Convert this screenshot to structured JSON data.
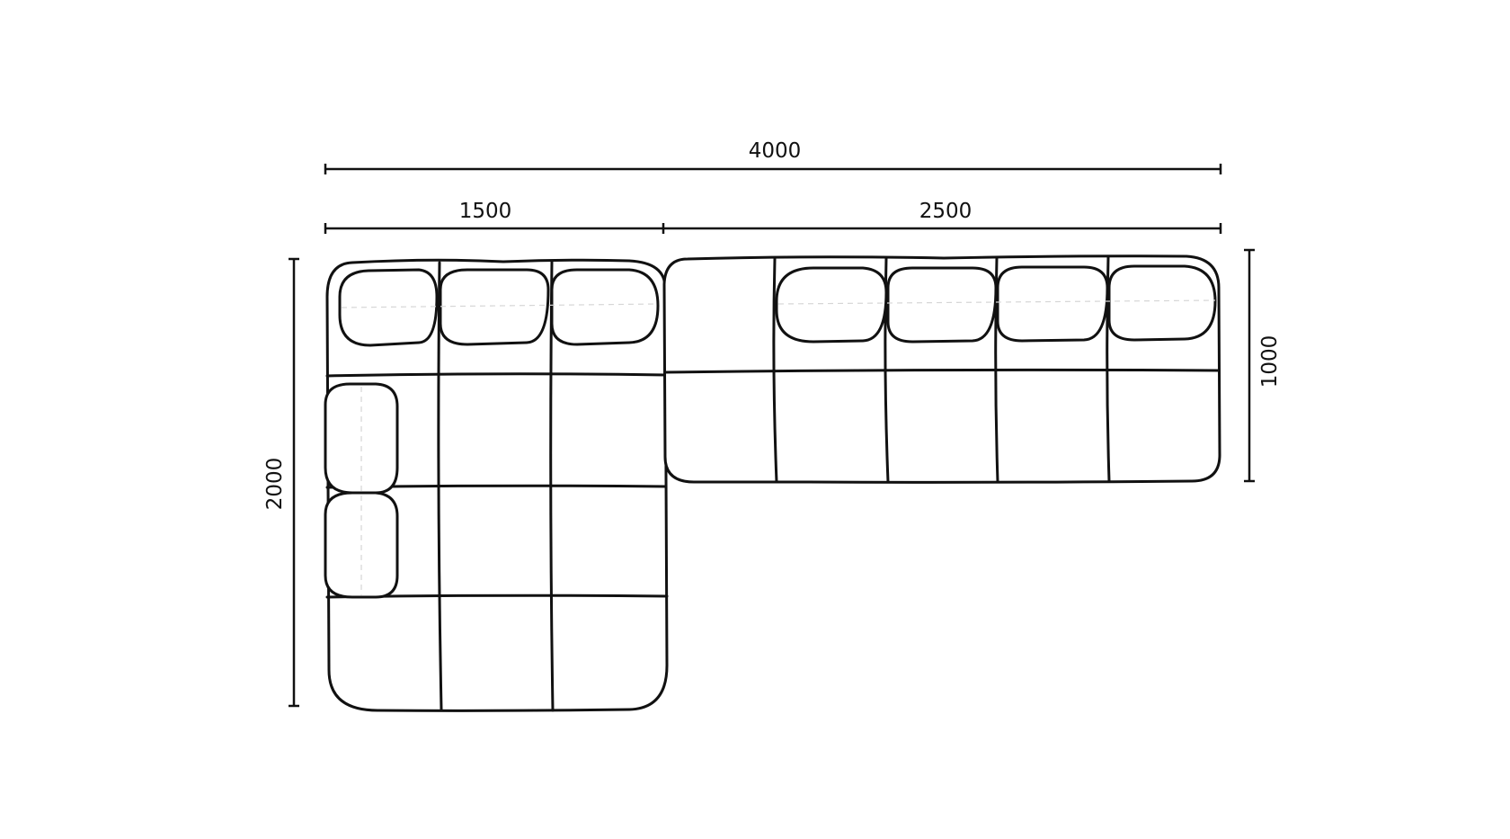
{
  "dimensions": {
    "total_width": "4000",
    "left_width": "1500",
    "right_width": "2500",
    "left_depth": "2000",
    "right_depth": "1000"
  },
  "colors": {
    "ink": "#111111",
    "background": "#ffffff"
  }
}
